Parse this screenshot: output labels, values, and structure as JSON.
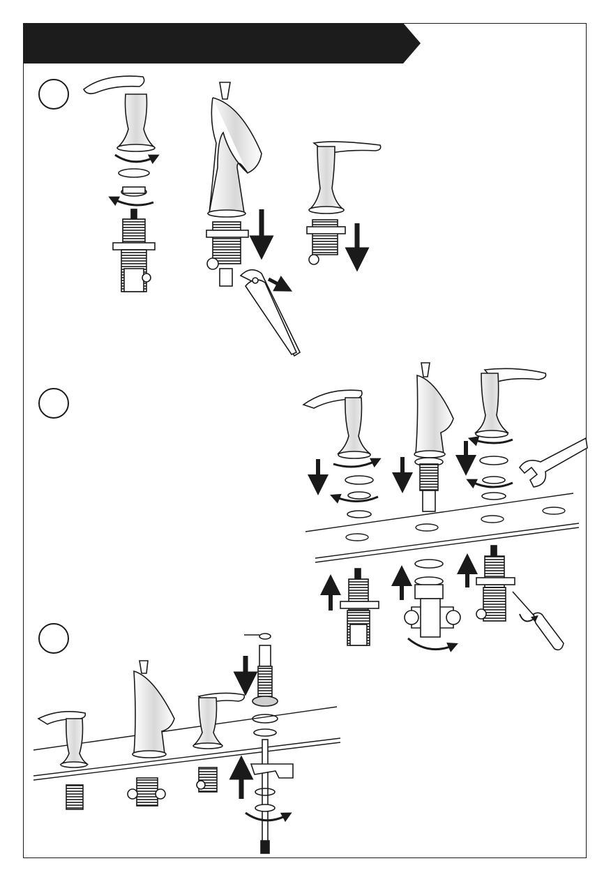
{
  "header": {
    "banner_color": "#1c1c1c",
    "label": ""
  },
  "steps": [
    {
      "id": 1,
      "label": ""
    },
    {
      "id": 2,
      "label": ""
    },
    {
      "id": 3,
      "label": ""
    }
  ],
  "colors": {
    "line": "#1a1a1a",
    "fill": "#ffffff",
    "shade": "#cfcfcf",
    "arrow": "#1a1a1a"
  },
  "icons": [
    "rotate-arrow-icon",
    "down-arrow-icon",
    "up-arrow-icon",
    "pliers-icon",
    "wrench-icon",
    "screwdriver-icon"
  ]
}
